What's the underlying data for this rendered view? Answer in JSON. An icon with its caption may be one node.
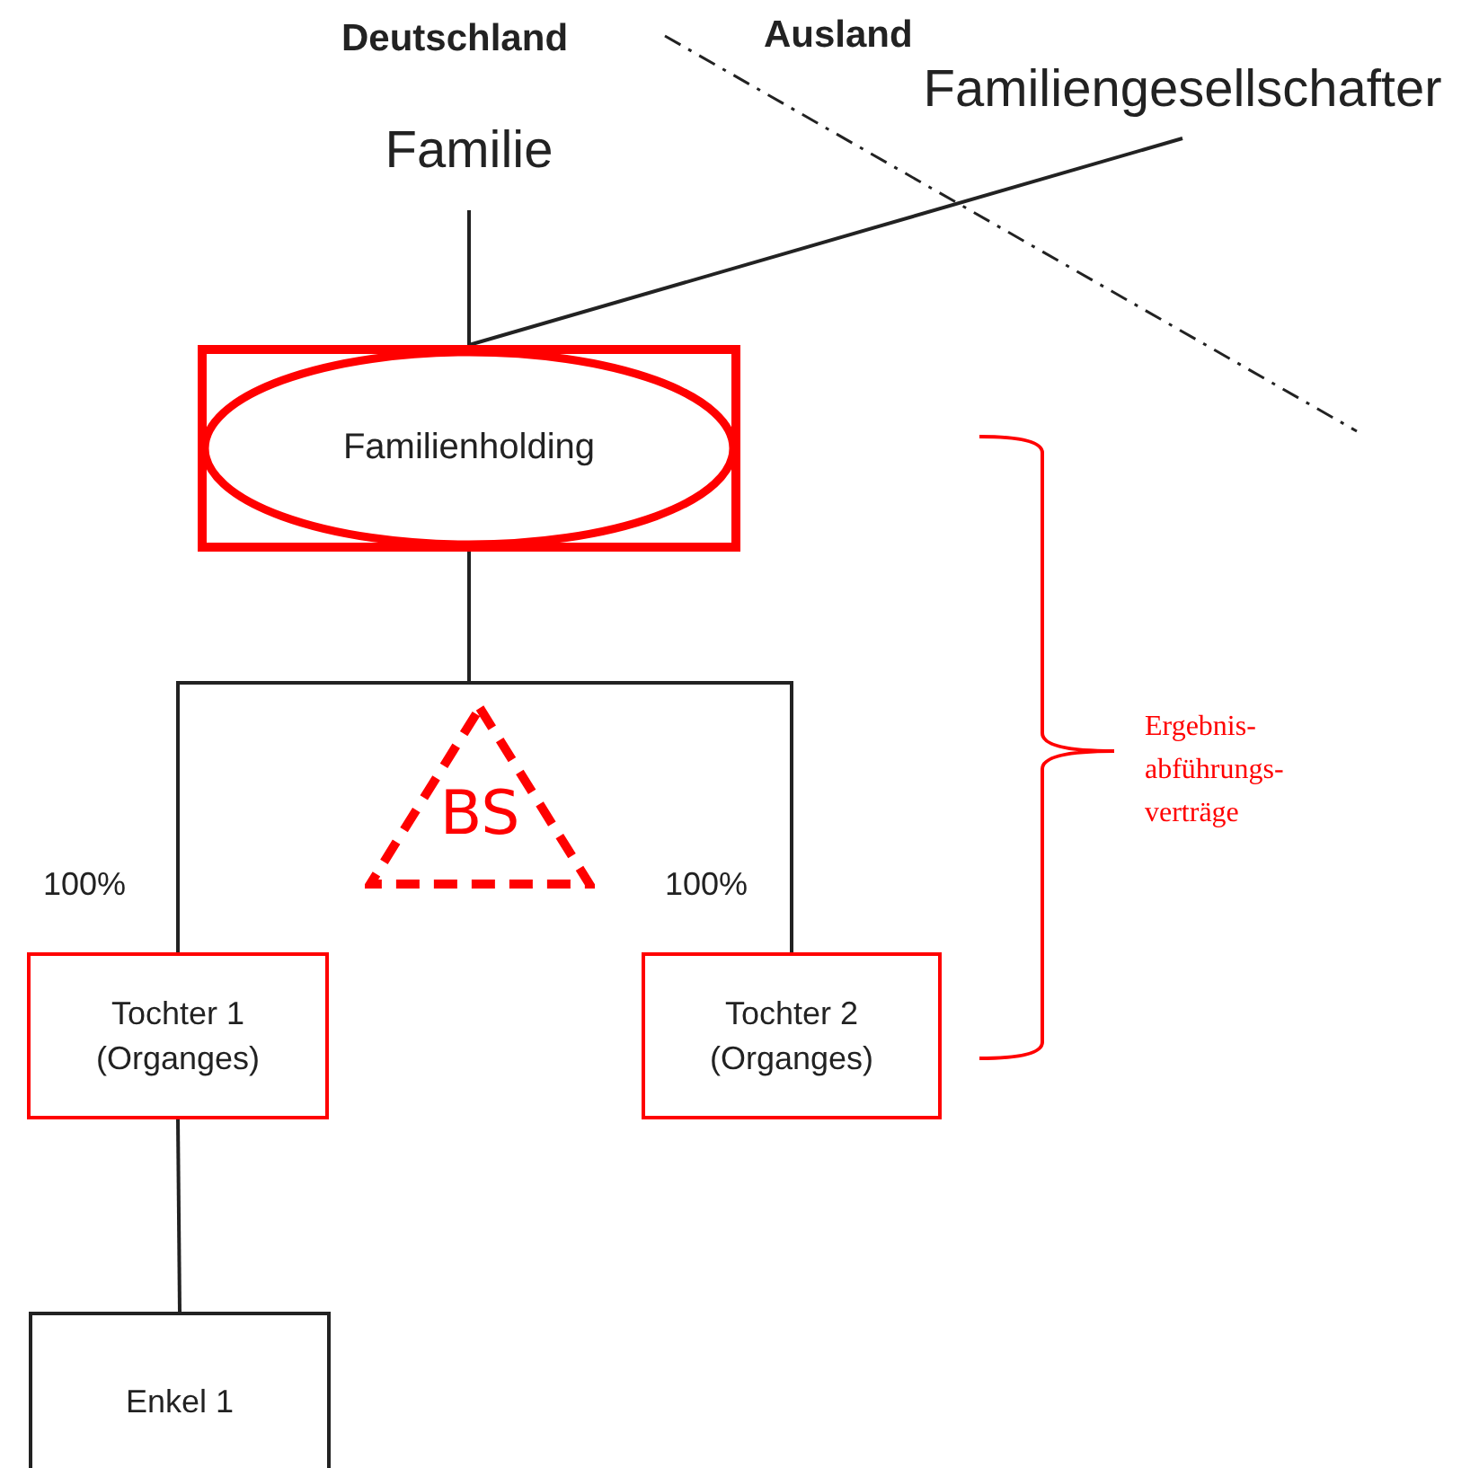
{
  "diagram": {
    "nodes": [
      {
        "text": [
          "Familie"
        ]
      },
      {
        "text": [
          "Familiengesellschafter"
        ]
      },
      {
        "text": [
          "Familienholding"
        ]
      },
      {
        "text": [
          "BS"
        ]
      },
      {
        "text": [
          "Tochter 1 (Organges)"
        ]
      },
      {
        "text": [
          "Tochter 2 (Organges)"
        ]
      },
      {
        "text": [
          "Enkel 1"
        ]
      }
    ],
    "edges": [
      {
        "from": 0,
        "to": 2,
        "arrow": "none"
      },
      {
        "from": 1,
        "to": 2,
        "arrow": "none"
      },
      {
        "from": 2,
        "to": 4,
        "arrow": "none"
      },
      {
        "from": 2,
        "to": 5,
        "arrow": "none"
      },
      {
        "from": 4,
        "to": 6,
        "arrow": "none"
      }
    ],
    "labels": [
      "Deutschland",
      "Ausland",
      "100%",
      "100%",
      "Ergebnis- abführungs- verträge"
    ]
  }
}
